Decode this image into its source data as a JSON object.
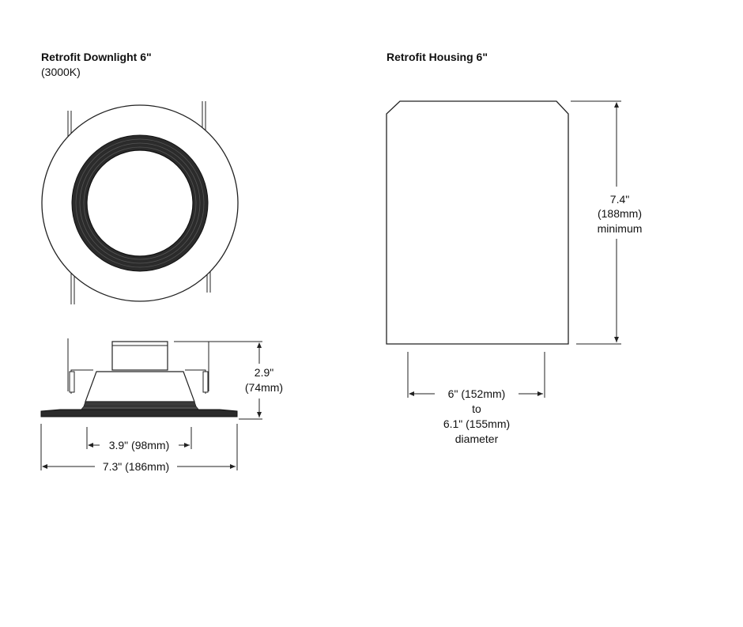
{
  "downlight": {
    "title": "Retrofit Downlight 6\"",
    "subtitle": "(3000K)",
    "dim_height": [
      "2.9\"",
      "(74mm)"
    ],
    "dim_inner": "3.9\" (98mm)",
    "dim_outer": "7.3\" (186mm)"
  },
  "housing": {
    "title": "Retrofit Housing 6\"",
    "dim_height": [
      "7.4\"",
      "(188mm)",
      "minimum"
    ],
    "dim_diameter": [
      "6\" (152mm)",
      "to",
      "6.1\" (155mm)",
      "diameter"
    ]
  }
}
